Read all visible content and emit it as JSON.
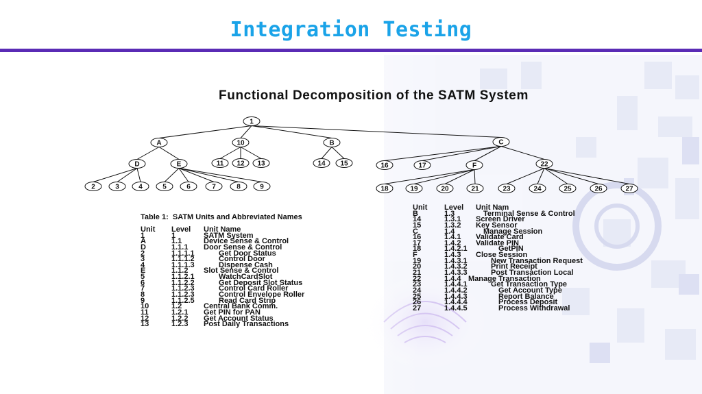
{
  "slide_title": "Integration Testing",
  "diagram_title": "Functional Decomposition of the SATM System",
  "nodes": [
    {
      "id": "1",
      "label": "1"
    },
    {
      "id": "A",
      "label": "A"
    },
    {
      "id": "10",
      "label": "10"
    },
    {
      "id": "B",
      "label": "B"
    },
    {
      "id": "C",
      "label": "C"
    },
    {
      "id": "D",
      "label": "D"
    },
    {
      "id": "E",
      "label": "E"
    },
    {
      "id": "11",
      "label": "11"
    },
    {
      "id": "12",
      "label": "12"
    },
    {
      "id": "13",
      "label": "13"
    },
    {
      "id": "14",
      "label": "14"
    },
    {
      "id": "15",
      "label": "15"
    },
    {
      "id": "16",
      "label": "16"
    },
    {
      "id": "17",
      "label": "17"
    },
    {
      "id": "F",
      "label": "F"
    },
    {
      "id": "22",
      "label": "22"
    },
    {
      "id": "2",
      "label": "2"
    },
    {
      "id": "3",
      "label": "3"
    },
    {
      "id": "4",
      "label": "4"
    },
    {
      "id": "5",
      "label": "5"
    },
    {
      "id": "6",
      "label": "6"
    },
    {
      "id": "7",
      "label": "7"
    },
    {
      "id": "8",
      "label": "8"
    },
    {
      "id": "9",
      "label": "9"
    },
    {
      "id": "18",
      "label": "18"
    },
    {
      "id": "19",
      "label": "19"
    },
    {
      "id": "20",
      "label": "20"
    },
    {
      "id": "21",
      "label": "21"
    },
    {
      "id": "23",
      "label": "23"
    },
    {
      "id": "24",
      "label": "24"
    },
    {
      "id": "25",
      "label": "25"
    },
    {
      "id": "26",
      "label": "26"
    },
    {
      "id": "27",
      "label": "27"
    }
  ],
  "edges": [
    [
      "1",
      "A"
    ],
    [
      "1",
      "10"
    ],
    [
      "1",
      "B"
    ],
    [
      "1",
      "C"
    ],
    [
      "A",
      "D"
    ],
    [
      "A",
      "E"
    ],
    [
      "10",
      "11"
    ],
    [
      "10",
      "12"
    ],
    [
      "10",
      "13"
    ],
    [
      "B",
      "14"
    ],
    [
      "B",
      "15"
    ],
    [
      "C",
      "16"
    ],
    [
      "C",
      "17"
    ],
    [
      "C",
      "F"
    ],
    [
      "C",
      "22"
    ],
    [
      "D",
      "2"
    ],
    [
      "D",
      "3"
    ],
    [
      "D",
      "4"
    ],
    [
      "E",
      "5"
    ],
    [
      "E",
      "6"
    ],
    [
      "E",
      "7"
    ],
    [
      "E",
      "8"
    ],
    [
      "E",
      "9"
    ],
    [
      "F",
      "18"
    ],
    [
      "F",
      "19"
    ],
    [
      "F",
      "20"
    ],
    [
      "F",
      "21"
    ],
    [
      "22",
      "23"
    ],
    [
      "22",
      "24"
    ],
    [
      "22",
      "25"
    ],
    [
      "22",
      "26"
    ],
    [
      "22",
      "27"
    ]
  ],
  "left_table": {
    "caption": "Table 1:  SATM Units and Abbreviated Names",
    "headers": [
      "Unit",
      "Level",
      "Unit Name"
    ],
    "rows": [
      [
        "1",
        "1",
        "SATM System",
        0
      ],
      [
        "A",
        "1.1",
        "Device Sense & Control",
        0
      ],
      [
        "D",
        "1.1.1",
        "Door Sense & Control",
        0
      ],
      [
        "2",
        "1.1.1.1",
        "Get Door Status",
        2
      ],
      [
        "3",
        "1.1.1.2",
        "Control Door",
        2
      ],
      [
        "4",
        "1.1.1.3",
        "Dispense Cash",
        2
      ],
      [
        "E",
        "1.1.2",
        "Slot Sense & Control",
        0
      ],
      [
        "5",
        "1.1.2.1",
        "WatchCardSlot",
        2
      ],
      [
        "6",
        "1.1.2.2",
        "Get Deposit Slot Status",
        2
      ],
      [
        "7",
        "1.1.2.3",
        "Control Card Roller",
        2
      ],
      [
        "8",
        "1.1.2.3",
        "Control Envelope Roller",
        2
      ],
      [
        "9",
        "1.1.2.5",
        "Read Card Strip",
        2
      ],
      [
        "10",
        "1.2",
        "Central Bank Comm.",
        0
      ],
      [
        "11",
        "1.2.1",
        "Get PIN for PAN",
        0
      ],
      [
        "12",
        "1.2.2",
        "Get Account Status",
        0
      ],
      [
        "13",
        "1.2.3",
        "Post Daily Transactions",
        0
      ]
    ]
  },
  "right_table": {
    "headers": [
      "Unit",
      "Level",
      "Unit Nam"
    ],
    "rows": [
      [
        "B",
        "1.3",
        "Terminal Sense & Control",
        1
      ],
      [
        "14",
        "1.3.1",
        "Screen Driver",
        0
      ],
      [
        "15",
        "1.3.2",
        "Key Sensor",
        0
      ],
      [
        "C",
        "1.4",
        "Manage Session",
        1
      ],
      [
        "16",
        "1.4.1",
        "Validate Card",
        0
      ],
      [
        "17",
        "1.4.2",
        "Validate PIN",
        0
      ],
      [
        "18",
        "1.4.2.1",
        "GetPIN",
        3
      ],
      [
        "F",
        "1.4.3",
        "Close Session",
        0
      ],
      [
        "19",
        "1.4.3.1",
        "New Transaction Request",
        2
      ],
      [
        "20",
        "1.4.3.2",
        "Print Receipt",
        2
      ],
      [
        "21",
        "1.4.3.3",
        "Post Transaction Local",
        2
      ],
      [
        "22",
        "1.4.4",
        "Manage Transaction",
        -1
      ],
      [
        "23",
        "1.4.4.1",
        "Get Transaction Type",
        2
      ],
      [
        "24",
        "1.4.4.2",
        "Get Account Type",
        3
      ],
      [
        "25",
        "1.4.4.3",
        "Report Balance",
        3
      ],
      [
        "26",
        "1.4.4.4",
        "Process Deposit",
        3
      ],
      [
        "27",
        "1.4.4.5",
        "Process Withdrawal",
        3
      ]
    ]
  },
  "colors": {
    "title": "#1aa3e8",
    "rule": "#5a2bb5"
  }
}
